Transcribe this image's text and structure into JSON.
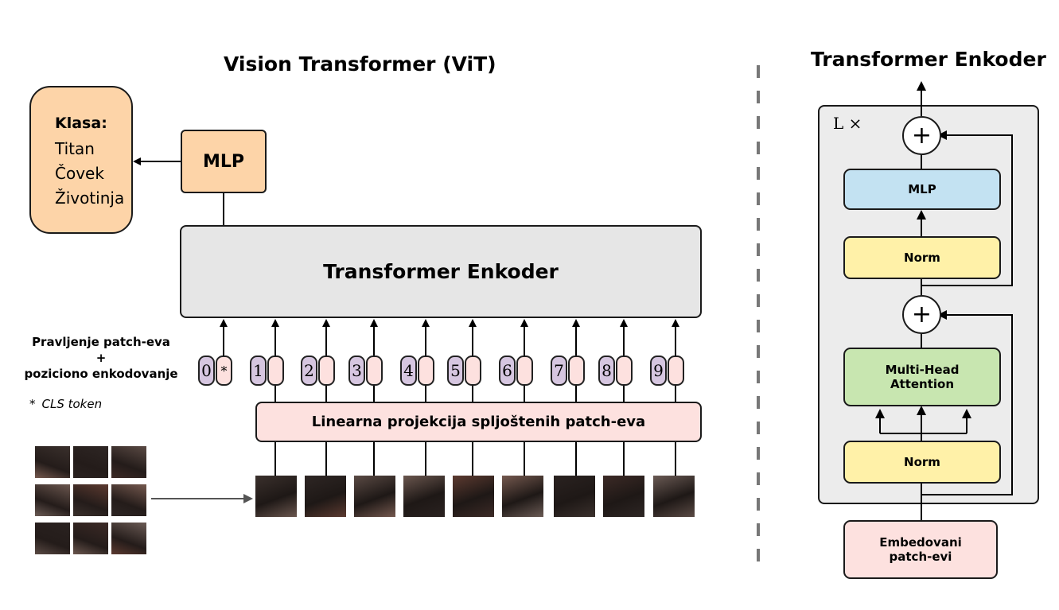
{
  "left_title": "Vision Transformer (ViT)",
  "right_title": "Transformer Enkoder",
  "class_box": {
    "heading": "Klasa:",
    "items": [
      "Titan",
      "Čovek",
      "Životinja"
    ],
    "color": "#fdd4a8"
  },
  "mlp_label": "MLP",
  "encoder_label": "Transformer Enkoder",
  "patching_label": {
    "line1": "Pravljenje patch-eva",
    "line2": "+",
    "line3": "poziciono enkodovanje"
  },
  "cls_note": {
    "symbol": "*",
    "text": "CLS token"
  },
  "projection_label": "Linearna projekcija spljoštenih patch-eva",
  "tokens": [
    {
      "num": "0",
      "second": "*"
    },
    {
      "num": "1",
      "second": ""
    },
    {
      "num": "2",
      "second": ""
    },
    {
      "num": "3",
      "second": ""
    },
    {
      "num": "4",
      "second": ""
    },
    {
      "num": "5",
      "second": ""
    },
    {
      "num": "6",
      "second": ""
    },
    {
      "num": "7",
      "second": ""
    },
    {
      "num": "8",
      "second": ""
    },
    {
      "num": "9",
      "second": ""
    }
  ],
  "encoder_detail": {
    "repeat_label": "L ×",
    "plus_symbol": "+",
    "mlp": "MLP",
    "norm_top": "Norm",
    "attention_line1": "Multi-Head",
    "attention_line2": "Attention",
    "norm_bottom": "Norm",
    "input_line1": "Embedovani",
    "input_line2": "patch-evi"
  },
  "colors": {
    "orange": "#fdd4a8",
    "gray": "#e6e6e6",
    "pink": "#fde1df",
    "purple": "#d6c6e0",
    "blue": "#c3e2f2",
    "yellow": "#fff1a8",
    "green": "#c8e6b0",
    "outer_panel": "#ececec"
  },
  "patch_images": {
    "shades": [
      "#3a302c",
      "#2e2624",
      "#5a4a44",
      "#6a564e",
      "#5c3a30",
      "#74584e",
      "#2a2220",
      "#3c2a26",
      "#6a5a54"
    ]
  }
}
